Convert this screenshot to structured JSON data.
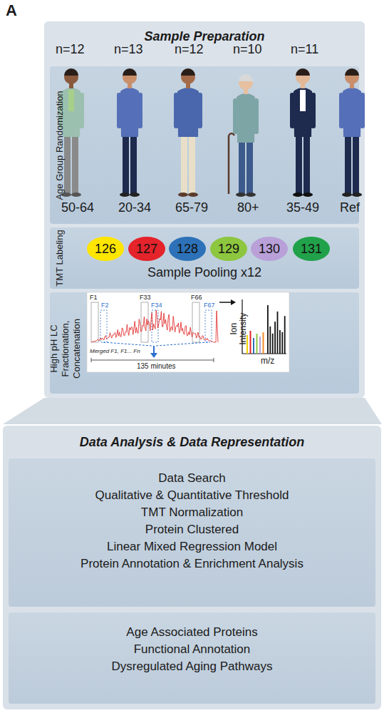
{
  "diagram": {
    "nodes": [
      {
        "text": [
          "Sample Preparation"
        ]
      },
      {
        "text": [
          "Age Group Randomization"
        ],
        "in": 0
      },
      {
        "text": [
          "TMT Labeling",
          "Sample Pooling x12"
        ],
        "in": 0
      },
      {
        "text": [
          "126"
        ],
        "in": 2
      },
      {
        "text": [
          "127"
        ],
        "in": 2
      },
      {
        "text": [
          "128"
        ],
        "in": 2
      },
      {
        "text": [
          "129"
        ],
        "in": 2
      },
      {
        "text": [
          "130"
        ],
        "in": 2
      },
      {
        "text": [
          "131"
        ],
        "in": 2
      },
      {
        "text": [
          "High pH LC Fractionation, Concatenation"
        ],
        "in": 0
      },
      {
        "text": [
          "Data Analysis & Data Representation"
        ]
      },
      {
        "text": [
          "Data Search",
          "Qualitative & Quantitative Threshold",
          "TMT Normalization",
          "Protein Clustered",
          "Linear Mixed Regression Model",
          "Protein Annotation & Enrichment Analysis"
        ],
        "in": 10
      },
      {
        "text": [
          "Age Associated Proteins",
          "Functional Annotation",
          "Dysregulated Aging Pathways"
        ],
        "in": 10
      }
    ],
    "labels": [
      "A",
      "n=12",
      "n=13",
      "n=12",
      "n=10",
      "n=11",
      "50-64",
      "20-34",
      "65-79",
      "80+",
      "35-49",
      "Ref",
      "F1",
      "F2",
      "F33",
      "F34",
      "F66",
      "F67",
      "Merged F1, F1... Fn",
      "135 minutes",
      "Ion Intensity",
      "m/z"
    ]
  }
}
